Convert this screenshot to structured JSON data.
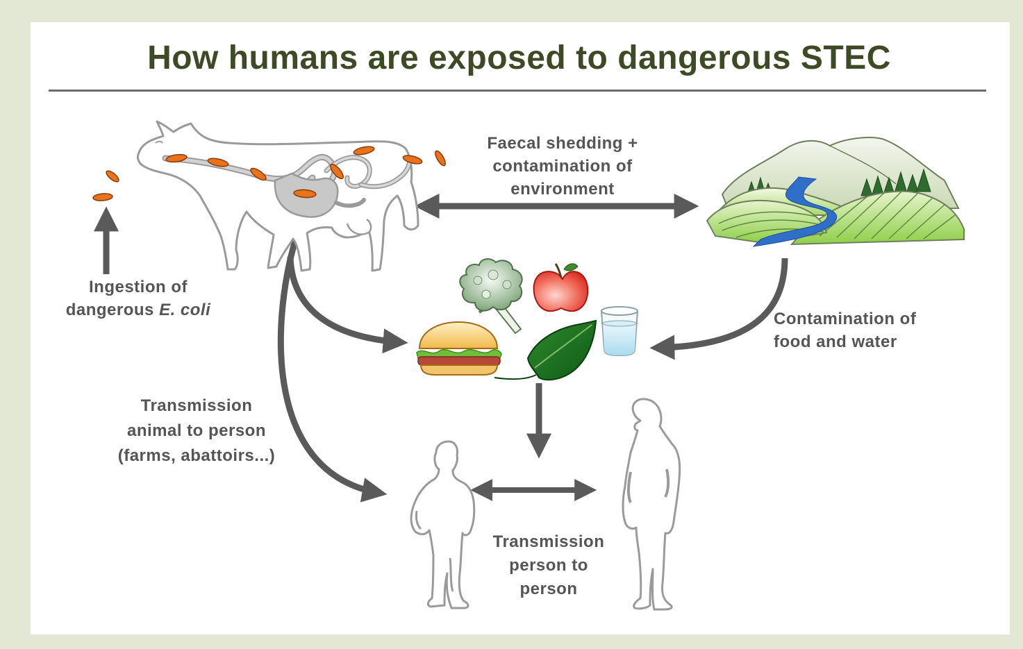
{
  "title": "How humans are exposed to dangerous STEC",
  "labels": {
    "faecal": [
      "Faecal shedding +",
      "contamination of",
      "environment"
    ],
    "ingestion": {
      "line1": "Ingestion of",
      "line2_prefix": "dangerous ",
      "line2_italic": "E. coli"
    },
    "contamination": [
      "Contamination of",
      "food and water"
    ],
    "animal_person": [
      "Transmission",
      "animal to person",
      "(farms, abattoirs...)"
    ],
    "person_person": [
      "Transmission",
      "person to",
      "person"
    ]
  },
  "colors": {
    "background": "#e2e8d4",
    "title": "#3e4a26",
    "arrow": "#5a5a5a",
    "bacteria": "#e8731a",
    "outline": "#9a9a9a"
  },
  "icons": [
    "cow-icon",
    "bacteria-icon",
    "landscape-icon",
    "broccoli-icon",
    "apple-icon",
    "burger-icon",
    "leaf-icon",
    "water-glass-icon",
    "child-icon",
    "adult-icon"
  ]
}
